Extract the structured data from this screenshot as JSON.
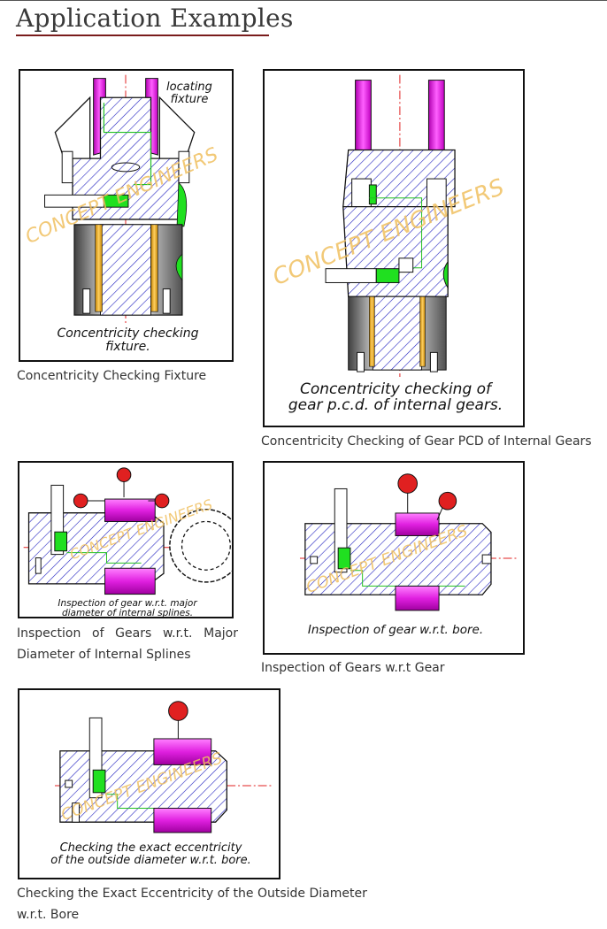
{
  "page": {
    "title": "Application Examples"
  },
  "watermark": "CONCEPT ENGINEERS",
  "colors": {
    "accent": "#7a1c1c",
    "magenta": "#e020e0",
    "green": "#20e020",
    "gold": "#e8b020",
    "hatch": "#2020c0",
    "dial": "#e02020"
  },
  "figures": [
    {
      "label_lines": [
        "Concentricity checking",
        "fixture."
      ],
      "annotation_lines": [
        "locating",
        "fixture"
      ],
      "caption": "Concentricity Checking Fixture"
    },
    {
      "label_lines": [
        "Concentricity checking of",
        "gear p.c.d. of internal gears."
      ],
      "caption": "Concentricity Checking of Gear PCD of Internal Gears"
    },
    {
      "label_lines": [
        "Inspection of gear w.r.t. major",
        "diameter of internal splines."
      ],
      "caption_lines": [
        "Inspection of Gears w.r.t. Major",
        "Diameter of Internal Splines"
      ]
    },
    {
      "label_lines": [
        "Inspection of gear w.r.t. bore."
      ],
      "caption": "Inspection of Gears w.r.t Gear"
    },
    {
      "label_lines": [
        "Checking the exact eccentricity",
        "of the outside diameter w.r.t. bore."
      ],
      "caption_lines": [
        "Checking the Exact Eccentricity of the Outside Diameter",
        "w.r.t. Bore"
      ]
    }
  ]
}
